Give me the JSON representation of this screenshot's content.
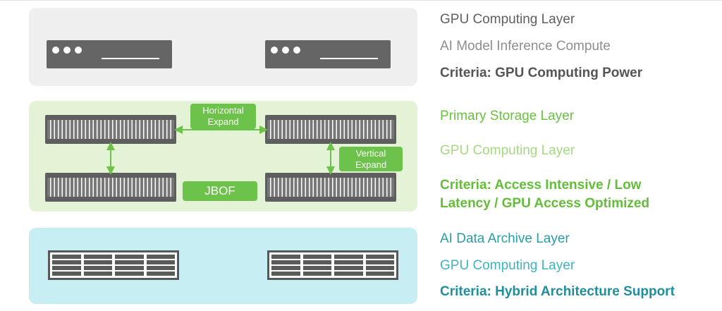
{
  "gpu_layer": {
    "title": "GPU Computing Layer",
    "subtitle": "AI Model Inference Compute",
    "criteria": "Criteria: GPU Computing Power"
  },
  "storage_layer": {
    "title": "Primary Storage Layer",
    "subtitle": "GPU Computing Layer",
    "criteria_line1": "Criteria: Access Intensive / Low",
    "criteria_line2": "Latency / GPU Access Optimized",
    "horizontal_line1": "Horizontal",
    "horizontal_line2": "Expand",
    "vertical_line1": "Vertical",
    "vertical_line2": "Expand",
    "jbof_label": "JBOF"
  },
  "archive_layer": {
    "title": "AI Data Archive Layer",
    "subtitle": "GPU Computing Layer",
    "criteria": "Criteria: Hybrid Architecture Support"
  },
  "colors": {
    "gpu_panel": "#efefef",
    "storage_panel": "#e4f2d5",
    "archive_panel": "#c7eef2",
    "accent_green": "#6cc24a",
    "accent_teal": "#2a9ba8"
  }
}
